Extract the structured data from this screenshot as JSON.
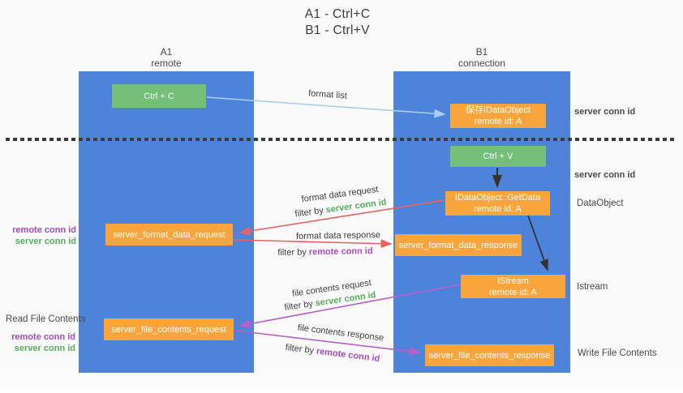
{
  "title": {
    "line1": "A1 - Ctrl+C",
    "line2": "B1 - Ctrl+V"
  },
  "lifelines": {
    "a1": {
      "name": "A1",
      "role": "remote"
    },
    "b1": {
      "name": "B1",
      "role": "connection"
    }
  },
  "nodes": {
    "ctrl_c": {
      "label": "Ctrl + C"
    },
    "ctrl_v": {
      "label": "Ctrl + V"
    },
    "save_idataobject": {
      "line1": "保存IDataObject",
      "line2": "remote id: A"
    },
    "idataobject_getdata": {
      "line1": "IDataObject::GetData",
      "line2": "remote id: A"
    },
    "istream": {
      "line1": "IStream",
      "line2": "remote id: A"
    },
    "server_format_data_request": {
      "label": "server_format_data_request"
    },
    "server_format_data_response": {
      "label": "server_format_data_response"
    },
    "server_file_contents_request": {
      "label": "server_file_contents_request"
    },
    "server_file_contents_response": {
      "label": "server_file_contents_response"
    }
  },
  "arrow_labels": {
    "format_list": "format list",
    "format_data_request": "format data request",
    "format_data_response": "format data response",
    "file_contents_request": "file contents request",
    "file_contents_response": "file contents response",
    "filter_by": "filter by",
    "server_conn_id": "server conn id",
    "remote_conn_id": "remote conn id"
  },
  "side_labels": {
    "server_conn_id_top": "server conn id",
    "server_conn_id_mid": "server conn id",
    "dataobject": "DataObject",
    "istream": "Istream",
    "write_file_contents": "Write File Contents",
    "read_file_contents": "Read File Contents",
    "remote_conn_id": "remote conn id",
    "server_conn_id": "server conn id"
  },
  "colors": {
    "background": "#fafafa",
    "lifeline_blue": "#4d83d8",
    "node_green": "#74c078",
    "node_orange": "#f9a53c",
    "arrow_light_blue": "#a8cfee",
    "arrow_red": "#e8635f",
    "arrow_purple": "#b95fc8",
    "arrow_black": "#333333",
    "conn_id_green": "#53ae58",
    "conn_id_purple": "#a94bc0",
    "separator_dark": "#3a3a3a"
  }
}
